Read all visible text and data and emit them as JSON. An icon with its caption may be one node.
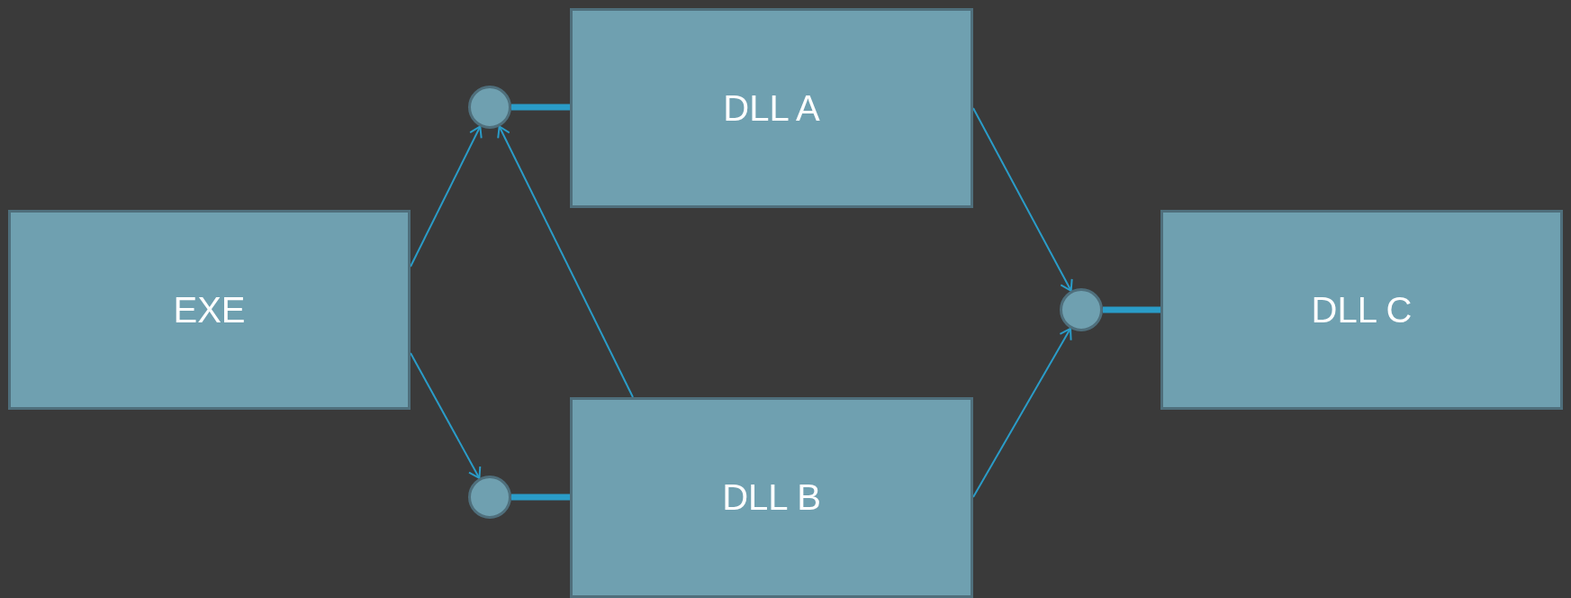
{
  "diagram": {
    "nodes": [
      {
        "text": [
          "DLL A"
        ]
      },
      {
        "text": [],
        "shape": "circle"
      },
      {
        "text": [
          "EXE"
        ]
      },
      {
        "text": [],
        "shape": "circle"
      },
      {
        "text": [
          "DLL C"
        ]
      },
      {
        "text": [],
        "shape": "circle"
      },
      {
        "text": [
          "DLL B"
        ]
      }
    ],
    "edges": [
      {
        "from": 2,
        "to": 1,
        "arrow": "to"
      },
      {
        "from": 2,
        "to": 5,
        "arrow": "to"
      },
      {
        "from": 6,
        "to": 1,
        "arrow": "to"
      },
      {
        "from": 0,
        "to": 3,
        "arrow": "to"
      },
      {
        "from": 6,
        "to": 3,
        "arrow": "to"
      },
      {
        "from": 1,
        "to": 0,
        "arrow": "none",
        "style": "thick"
      },
      {
        "from": 5,
        "to": 6,
        "arrow": "none",
        "style": "thick"
      },
      {
        "from": 3,
        "to": 4,
        "arrow": "none",
        "style": "thick"
      }
    ]
  }
}
